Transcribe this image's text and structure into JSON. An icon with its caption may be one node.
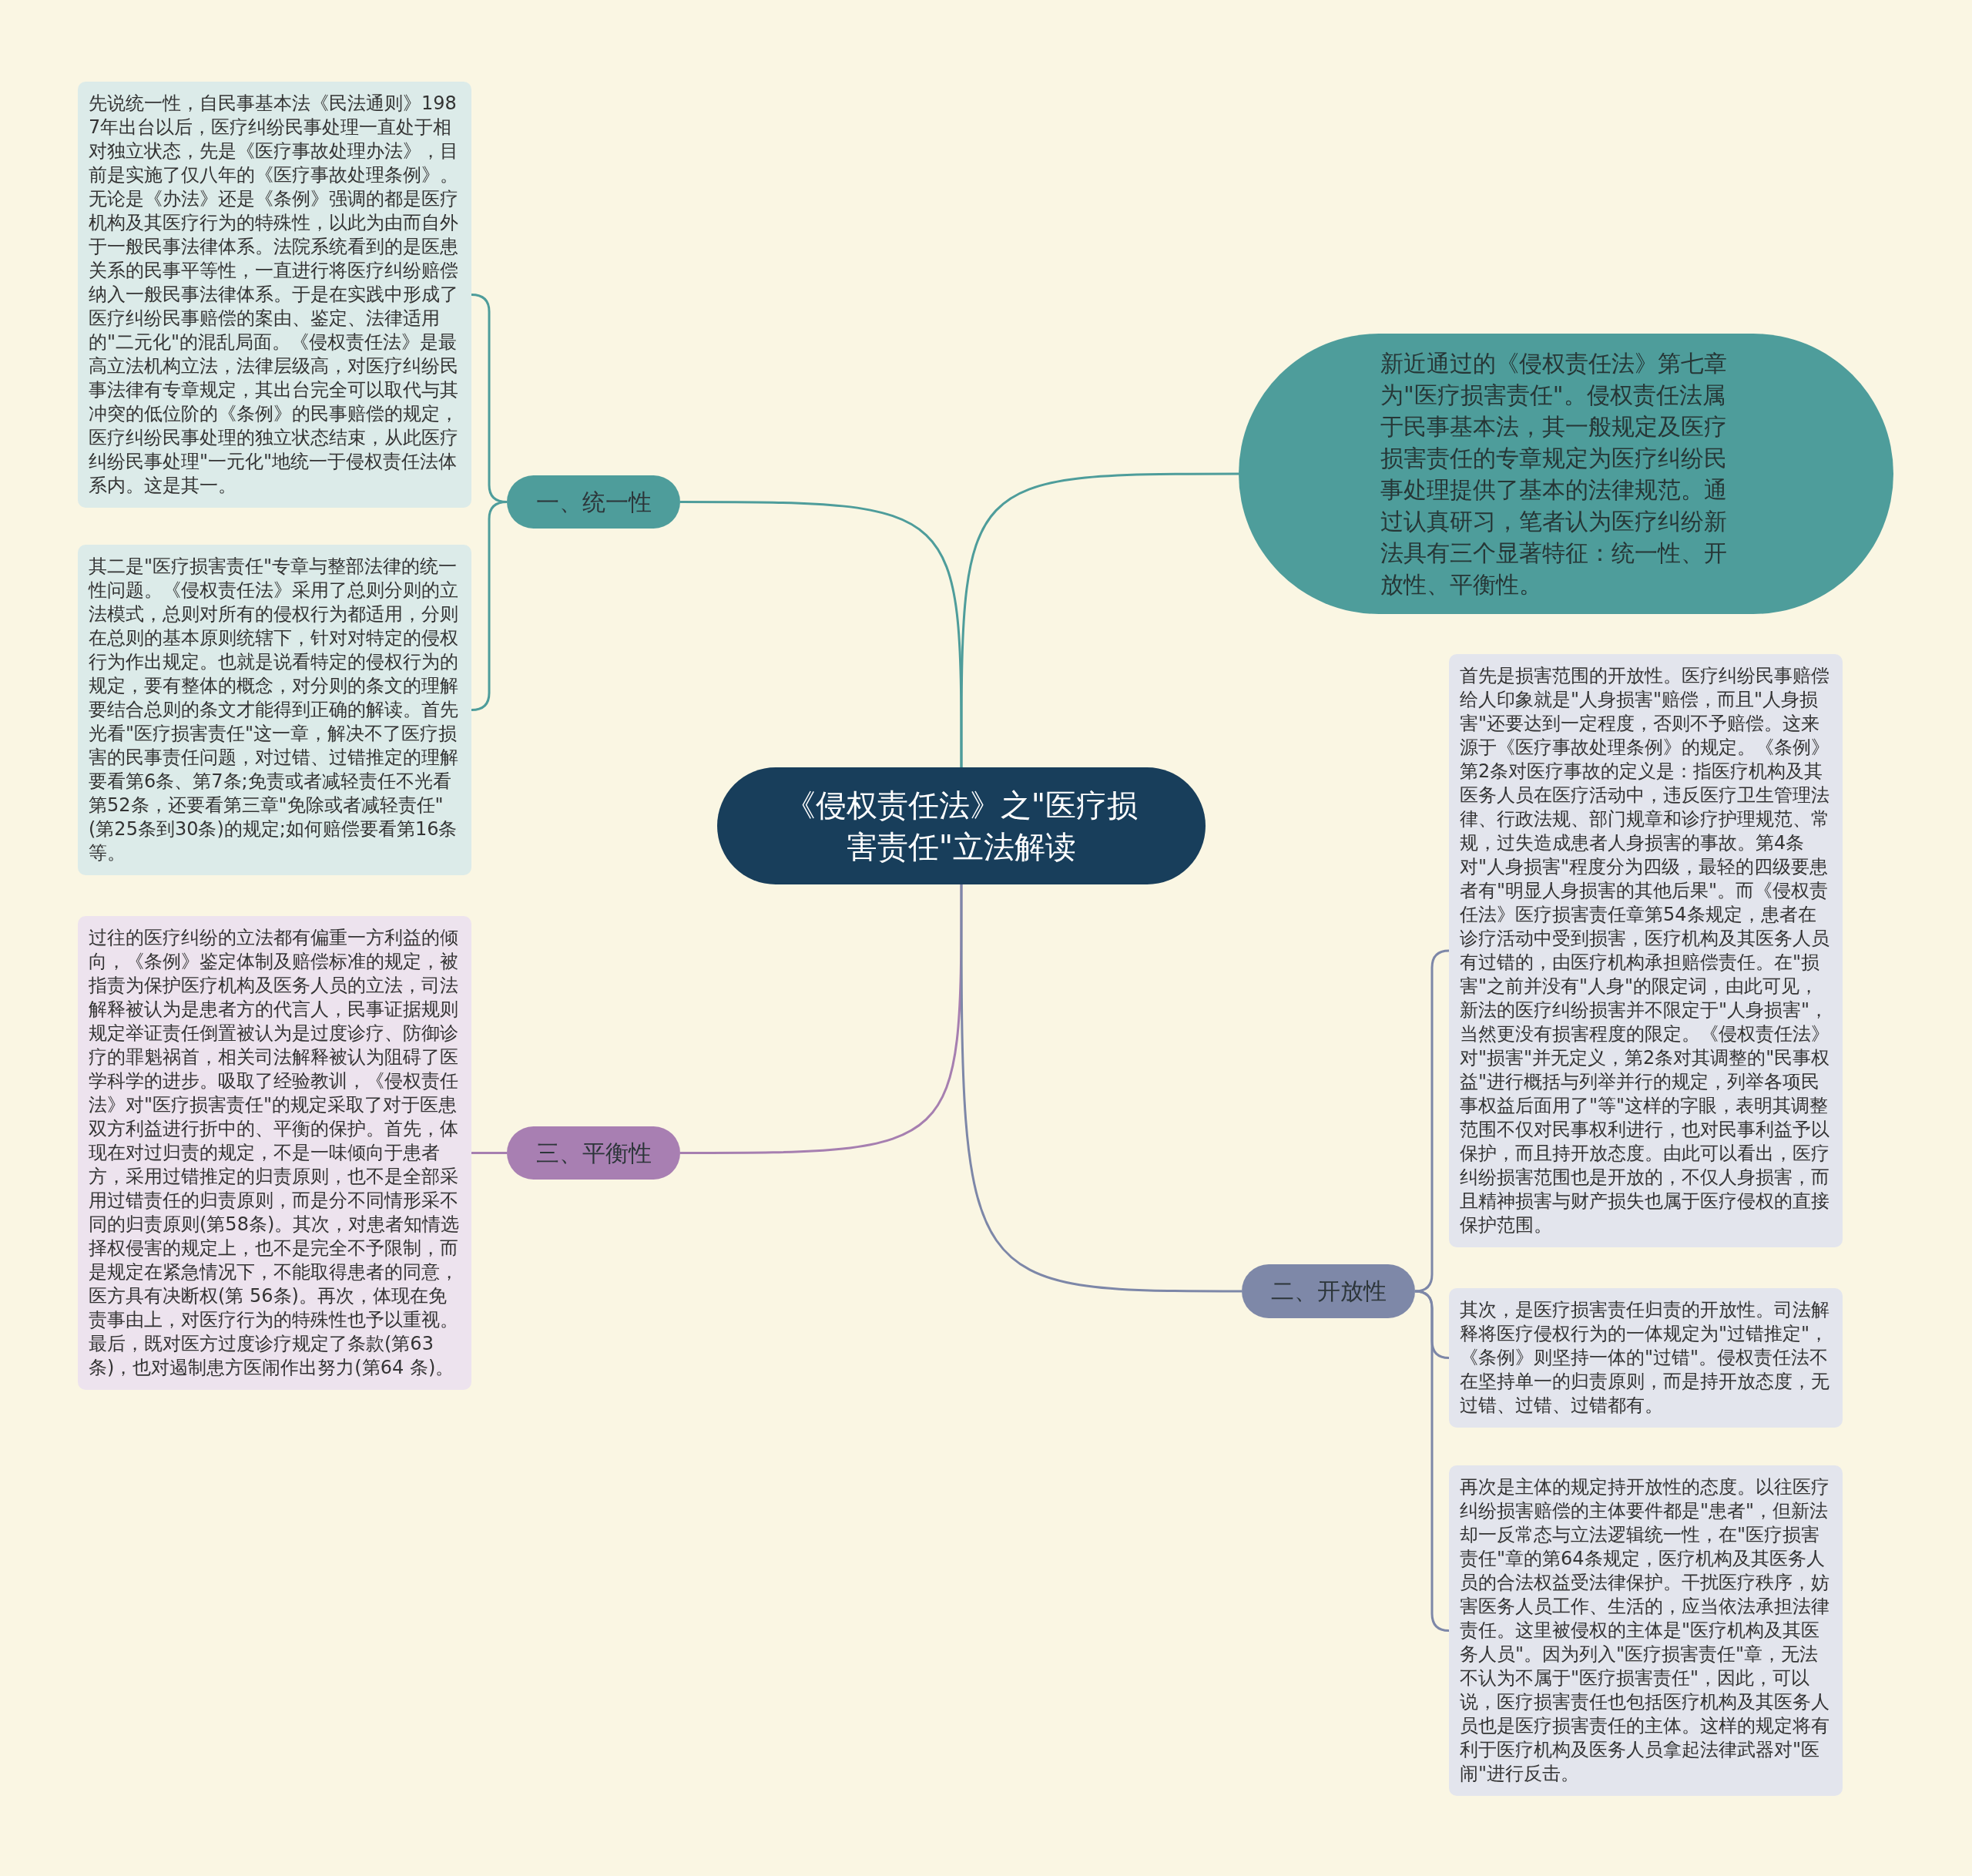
{
  "diagram": {
    "nodes": [
      {
        "text": [
          "《侵权责任法》之\"医疗损害责任\"立法解读"
        ]
      },
      {
        "text": [
          "新近通过的《侵权责任法》第七章为\"医疗损害责任\"。侵权责任法属于民事基本法，其一般规定及医疗损害责任的专章规定为医疗纠纷民事处理提供了基本的法律规范。通过认真研习，笔者认为医疗纠纷新法具有三个显著特征：统一性、开放性、平衡性。"
        ]
      },
      {
        "text": [
          "一、统一性"
        ]
      },
      {
        "text": [
          "先说统一性，自民事基本法《民法通则》1987年出台以后，医疗纠纷民事处理一直处于相对独立状态，先是《医疗事故处理办法》，目前是实施了仅八年的《医疗事故处理条例》。无论是《办法》还是《条例》强调的都是医疗机构及其医疗行为的特殊性，以此为由而自外于一般民事法律体系。法院系统看到的是医患关系的民事平等性，一直进行将医疗纠纷赔偿纳入一般民事法律体系。于是在实践中形成了医疗纠纷民事赔偿的案由、鉴定、法律适用的\"二元化\"的混乱局面。《侵权责任法》是最高立法机构立法，法律层级高，对医疗纠纷民事法律有专章规定，其出台完全可以取代与其冲突的低位阶的《条例》的民事赔偿的规定，医疗纠纷民事处理的独立状态结束，从此医疗纠纷民事处理\"一元化\"地统一于侵权责任法体系内。这是其一。"
        ]
      },
      {
        "text": [
          "其二是\"医疗损害责任\"专章与整部法律的统一性问题。《侵权责任法》采用了总则分则的立法模式，总则对所有的侵权行为都适用，分则在总则的基本原则统辖下，针对对特定的侵权行为作出规定。也就是说看特定的侵权行为的规定，要有整体的概念，对分则的条文的理解要结合总则的条文才能得到正确的解读。首先光看\"医疗损害责任\"这一章，解决不了医疗损害的民事责任问题，对过错、过错推定的理解要看第6条、第7条;免责或者减轻责任不光看第52条，还要看第三章\"免除或者减轻责任\"(第25条到30条)的规定;如何赔偿要看第16条等。"
        ]
      },
      {
        "text": [
          "三、平衡性"
        ]
      },
      {
        "text": [
          "过往的医疗纠纷的立法都有偏重一方利益的倾向，《条例》鉴定体制及赔偿标准的规定，被指责为保护医疗机构及医务人员的立法，司法解释被认为是患者方的代言人，民事证据规则规定举证责任倒置被认为是过度诊疗、防御诊疗的罪魁祸首，相关司法解释被认为阻碍了医学科学的进步。吸取了经验教训，《侵权责任法》对\"医疗损害责任\"的规定采取了对于医患双方利益进行折中的、平衡的保护。首先，体现在对过归责的规定，不是一味倾向于患者方，采用过错推定的归责原则，也不是全部采用过错责任的归责原则，而是分不同情形采不同的归责原则(第58条)。其次，对患者知情选择权侵害的规定上，也不是完全不予限制，而是规定在紧急情况下，不能取得患者的同意，医方具有决断权(第 56条)。再次，体现在免责事由上，对医疗行为的特殊性也予以重视。最后，既对医方过度诊疗规定了条款(第63条)，也对遏制患方医闹作出努力(第64 条)。"
        ]
      },
      {
        "text": [
          "二、开放性"
        ]
      },
      {
        "text": [
          "首先是损害范围的开放性。医疗纠纷民事赔偿给人印象就是\"人身损害\"赔偿，而且\"人身损害\"还要达到一定程度，否则不予赔偿。这来源于《医疗事故处理条例》的规定。《条例》第2条对医疗事故的定义是：指医疗机构及其医务人员在医疗活动中，违反医疗卫生管理法律、行政法规、部门规章和诊疗护理规范、常规，过失造成患者人身损害的事故。第4条对\"人身损害\"程度分为四级，最轻的四级要患者有\"明显人身损害的其他后果\"。而《侵权责任法》医疗损害责任章第54条规定，患者在诊疗活动中受到损害，医疗机构及其医务人员有过错的，由医疗机构承担赔偿责任。在\"损害\"之前并没有\"人身\"的限定词，由此可见，新法的医疗纠纷损害并不限定于\"人身损害\"，当然更没有损害程度的限定。《侵权责任法》对\"损害\"并无定义，第2条对其调整的\"民事权益\"进行概括与列举并行的规定，列举各项民事权益后面用了\"等\"这样的字眼，表明其调整范围不仅对民事权利进行，也对民事利益予以保护，而且持开放态度。由此可以看出，医疗纠纷损害范围也是开放的，不仅人身损害，而且精神损害与财产损失也属于医疗侵权的直接保护范围。"
        ]
      },
      {
        "text": [
          "其次，是医疗损害责任归责的开放性。司法解释将医疗侵权行为的一体规定为\"过错推定\"，《条例》则坚持一体的\"过错\"。侵权责任法不在坚持单一的归责原则，而是持开放态度，无过错、过错、过错都有。"
        ]
      },
      {
        "text": [
          "再次是主体的规定持开放性的态度。以往医疗纠纷损害赔偿的主体要件都是\"患者\"，但新法却一反常态与立法逻辑统一性，在\"医疗损害责任\"章的第64条规定，医疗机构及其医务人员的合法权益受法律保护。干扰医疗秩序，妨害医务人员工作、生活的，应当依法承担法律责任。这里被侵权的主体是\"医疗机构及其医务人员\"。因为列入\"医疗损害责任\"章，无法不认为不属于\"医疗损害责任\"，因此，可以说，医疗损害责任也包括医疗机构及其医务人员也是医疗损害责任的主体。这样的规定将有利于医疗机构及医务人员拿起法律武器对\"医闹\"进行反击。"
        ]
      }
    ],
    "edges": [
      {
        "from": 0,
        "to": 1,
        "arrow": "none",
        "color": "#4e9d9b"
      },
      {
        "from": 0,
        "to": 2,
        "arrow": "none",
        "color": "#4e9d9b"
      },
      {
        "from": 2,
        "to": 3,
        "arrow": "none",
        "color": "#4e9d9b"
      },
      {
        "from": 2,
        "to": 4,
        "arrow": "none",
        "color": "#4e9d9b"
      },
      {
        "from": 0,
        "to": 5,
        "arrow": "none",
        "color": "#a67fb0"
      },
      {
        "from": 5,
        "to": 6,
        "arrow": "none",
        "color": "#a67fb0"
      },
      {
        "from": 0,
        "to": 7,
        "arrow": "none",
        "color": "#7d87a8"
      },
      {
        "from": 7,
        "to": 8,
        "arrow": "none",
        "color": "#7d87a8"
      },
      {
        "from": 7,
        "to": 9,
        "arrow": "none",
        "color": "#7d87a8"
      },
      {
        "from": 7,
        "to": 10,
        "arrow": "none",
        "color": "#7d87a8"
      }
    ]
  }
}
